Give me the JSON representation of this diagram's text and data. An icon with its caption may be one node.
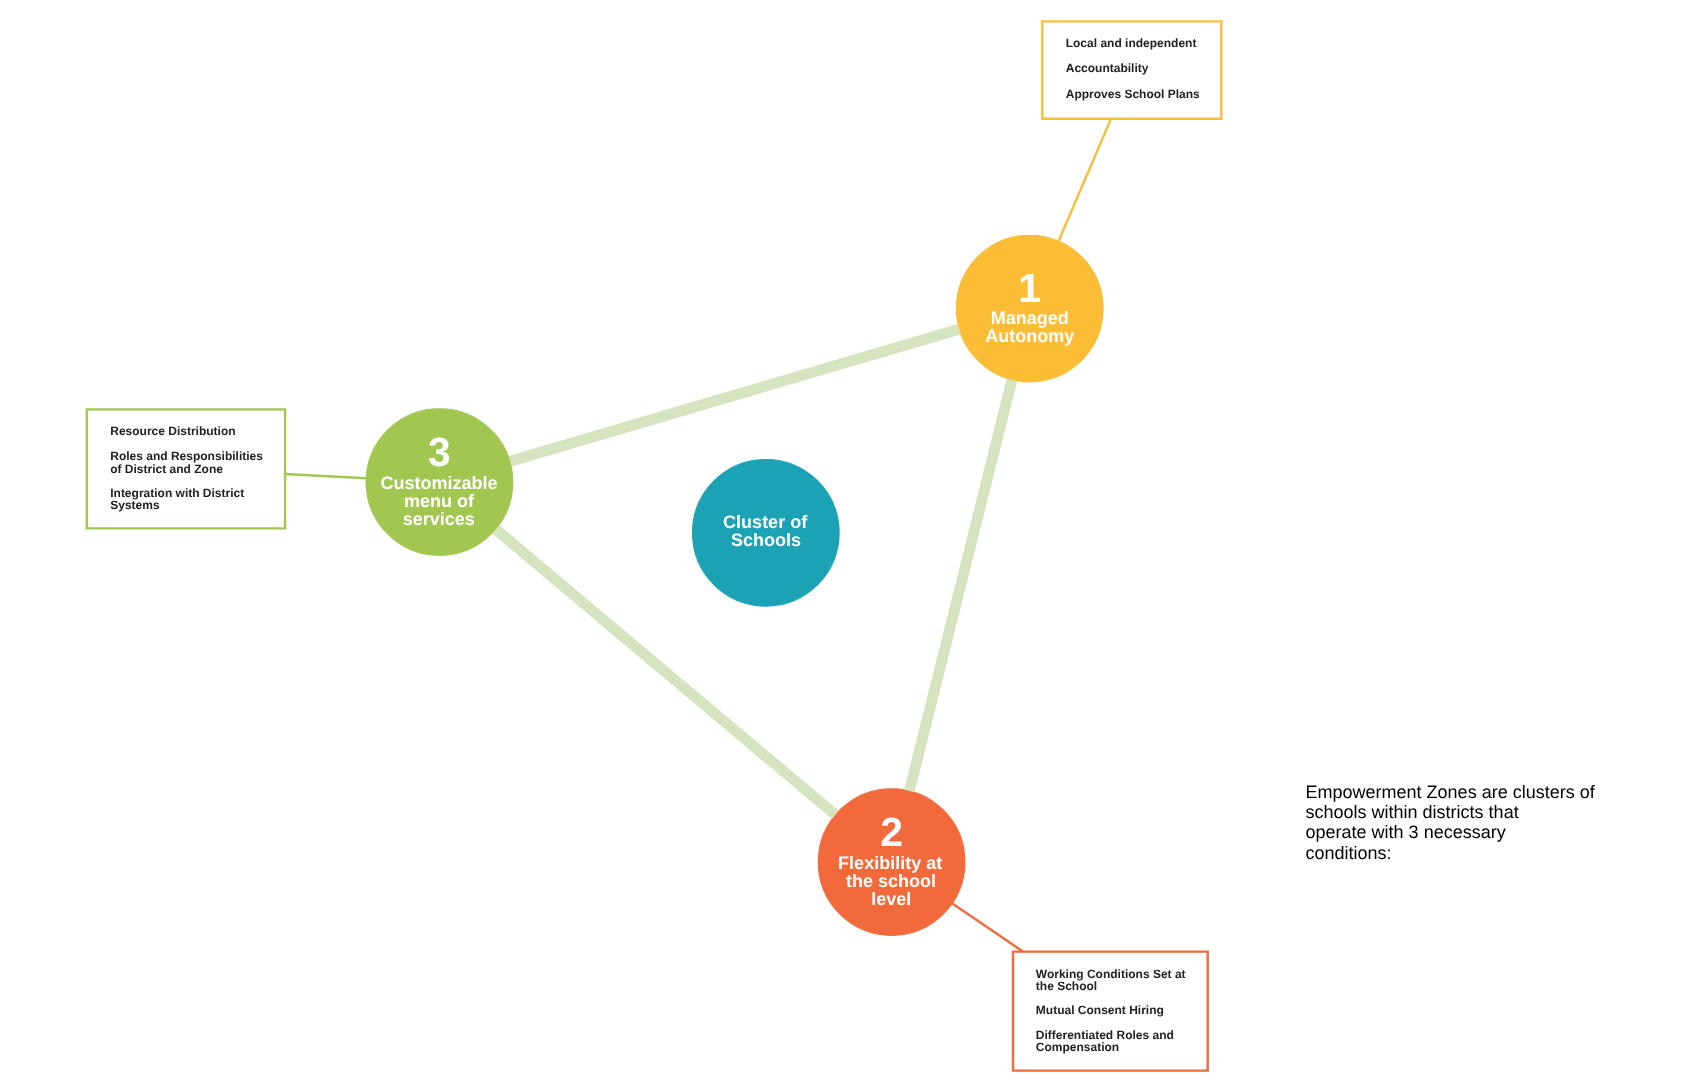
{
  "diagram": {
    "nodes": [
      {
        "text": [
          "Cluster of Schools"
        ]
      },
      {
        "text": [
          "1",
          "Managed Autonomy"
        ]
      },
      {
        "text": [
          "2",
          "Flexibility at the school level"
        ]
      },
      {
        "text": [
          "3",
          "Customizable menu of services"
        ]
      },
      {
        "text": [
          "Local and independent",
          "Accountability",
          "Approves School Plans"
        ]
      },
      {
        "text": [
          "Working Conditions Set at the School",
          "Mutual Consent Hiring",
          "Differentiated Roles and Compensation"
        ]
      },
      {
        "text": [
          "Resource Distribution",
          "Roles and Responsibilities of District and Zone",
          "Integration with District Systems"
        ]
      }
    ],
    "edges": [
      {
        "from": 1,
        "to": 3,
        "arrow": "none",
        "style": "thick",
        "color": "#d5e3bf"
      },
      {
        "from": 3,
        "to": 2,
        "arrow": "none",
        "style": "thick",
        "color": "#d5e3bf"
      },
      {
        "from": 2,
        "to": 1,
        "arrow": "none",
        "style": "thick",
        "color": "#d5e3bf"
      },
      {
        "from": 4,
        "to": 1,
        "arrow": "none",
        "color": "#fbbd36"
      },
      {
        "from": 5,
        "to": 2,
        "arrow": "none",
        "color": "#f26a3b"
      },
      {
        "from": 6,
        "to": 3,
        "arrow": "none",
        "color": "#a2c750"
      }
    ],
    "labels": [
      "Empowerment Zones are clusters of schools within districts that operate with 3 necessary conditions:"
    ]
  }
}
